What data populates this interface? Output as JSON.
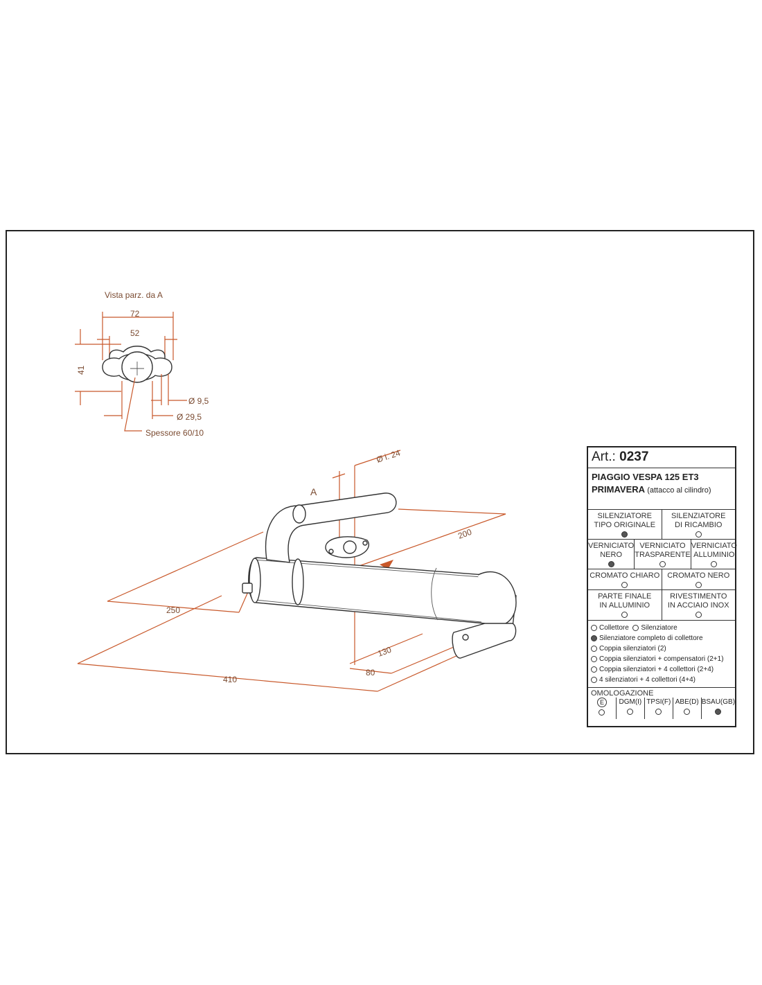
{
  "detail_view": {
    "title": "Vista parz. da A",
    "dim_72": "72",
    "dim_52": "52",
    "dim_41": "41",
    "dim_hole": "Ø 9,5",
    "dim_bore": "Ø 29,5",
    "thickness": "Spessore 60/10"
  },
  "main_view": {
    "view_a_top": "A",
    "view_a_arrow": "A",
    "dim_inner_dia": "Ø i. 24",
    "dim_200": "200",
    "dim_250": "250",
    "dim_410": "410",
    "dim_130": "130",
    "dim_80": "80"
  },
  "title_block": {
    "art_label": "Art.:",
    "art_number": "0237",
    "model_line1": "PIAGGIO VESPA 125 ET3",
    "model_line2": "PRIMAVERA",
    "model_note": "(attacco al cilindro)",
    "type_row": [
      {
        "label": "SILENZIATORE\nTIPO ORIGINALE",
        "selected": true
      },
      {
        "label": "SILENZIATORE\nDI RICAMBIO",
        "selected": false
      }
    ],
    "finish_row": [
      {
        "label": "VERNICIATO\nNERO",
        "selected": true
      },
      {
        "label": "VERNICIATO\nTRASPARENTE",
        "selected": false
      },
      {
        "label": "VERNICIATO\nALLUMINIO",
        "selected": false
      }
    ],
    "chrome_row": [
      {
        "label": "CROMATO CHIARO",
        "selected": false
      },
      {
        "label": "CROMATO NERO",
        "selected": false
      }
    ],
    "end_row": [
      {
        "label": "PARTE FINALE\nIN ALLUMINIO",
        "selected": false
      },
      {
        "label": "RIVESTIMENTO\nIN ACCIAIO INOX",
        "selected": false
      }
    ],
    "options": {
      "collettore": "Collettore",
      "silenziatore": "Silenziatore",
      "completo": "Silenziatore completo di collettore",
      "coppia": "Coppia silenziatori (2)",
      "coppia_comp": "Coppia silenziatori + compensatori (2+1)",
      "coppia_coll": "Coppia silenziatori + 4 collettori (2+4)",
      "quattro": "4 silenziatori + 4 collettori (4+4)"
    },
    "homologation_title": "OMOLOGAZIONE",
    "homologation": [
      {
        "label": "E",
        "selected": false
      },
      {
        "label": "DGM(I)",
        "selected": false
      },
      {
        "label": "TPSI(F)",
        "selected": false
      },
      {
        "label": "ABE(D)",
        "selected": false
      },
      {
        "label": "BSAU(GB)",
        "selected": true
      }
    ]
  }
}
